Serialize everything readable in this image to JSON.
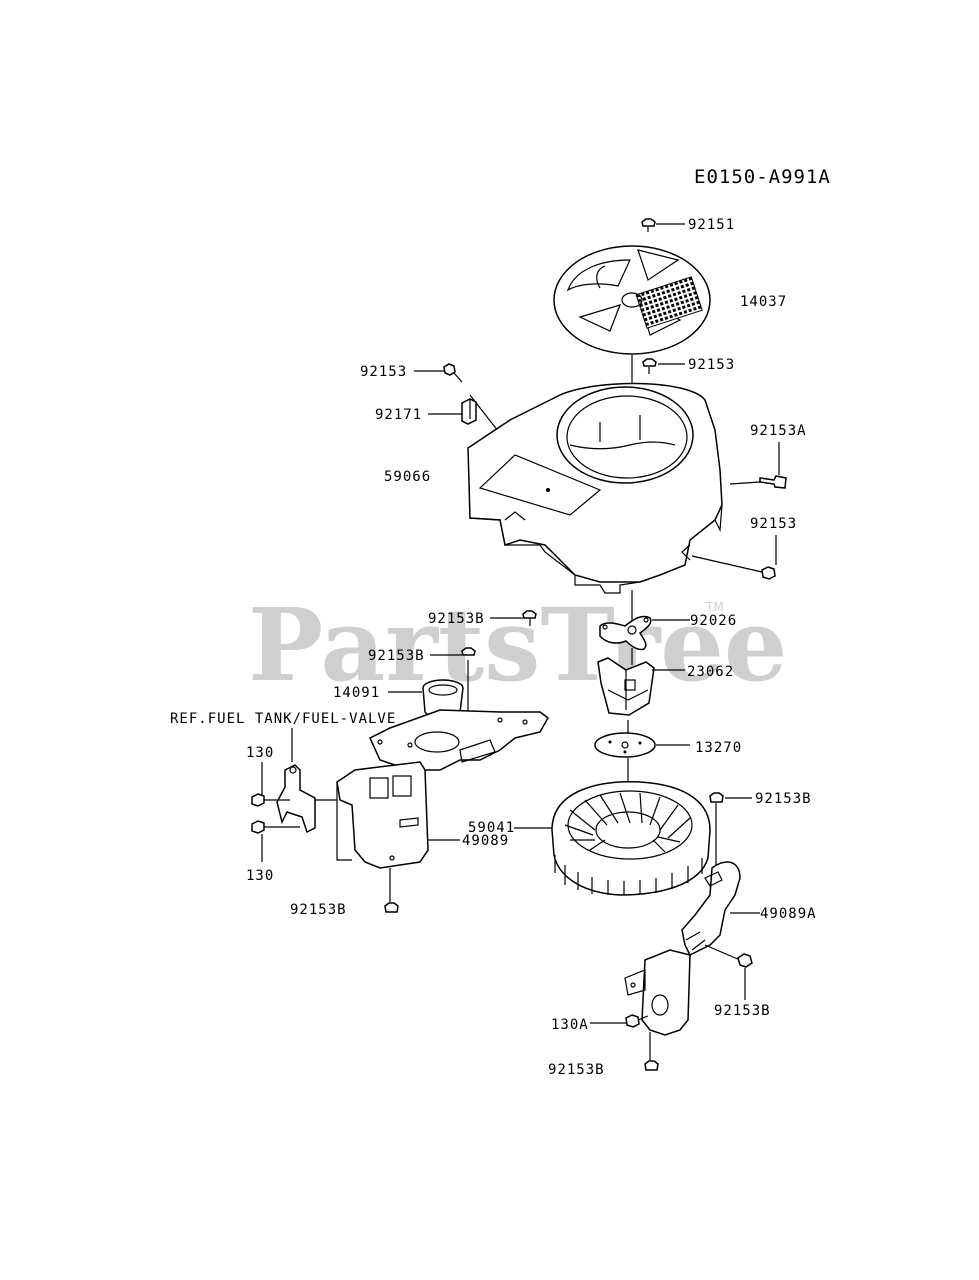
{
  "diagram_code": "E0150-A991A",
  "watermark": {
    "text": "PartsTree",
    "tm": "TM"
  },
  "reference_note": "REF.FUEL TANK/FUEL-VALVE",
  "parts": {
    "p92151": "92151",
    "p14037": "14037",
    "p92153_top": "92153",
    "p92153_left": "92153",
    "p92171": "92171",
    "p92153A": "92153A",
    "p59066": "59066",
    "p92153_right": "92153",
    "p92153B_mid1": "92153B",
    "p92026": "92026",
    "p92153B_mid2": "92153B",
    "p23062": "23062",
    "p14091": "14091",
    "p13270": "13270",
    "p130_top": "130",
    "p59041": "59041",
    "p92153B_fan": "92153B",
    "p49089": "49089",
    "p130_bottom": "130",
    "p92153B_bottom_left": "92153B",
    "p49089A": "49089A",
    "p92153B_lower_right": "92153B",
    "p130A": "130A",
    "p92153B_lowest": "92153B"
  }
}
